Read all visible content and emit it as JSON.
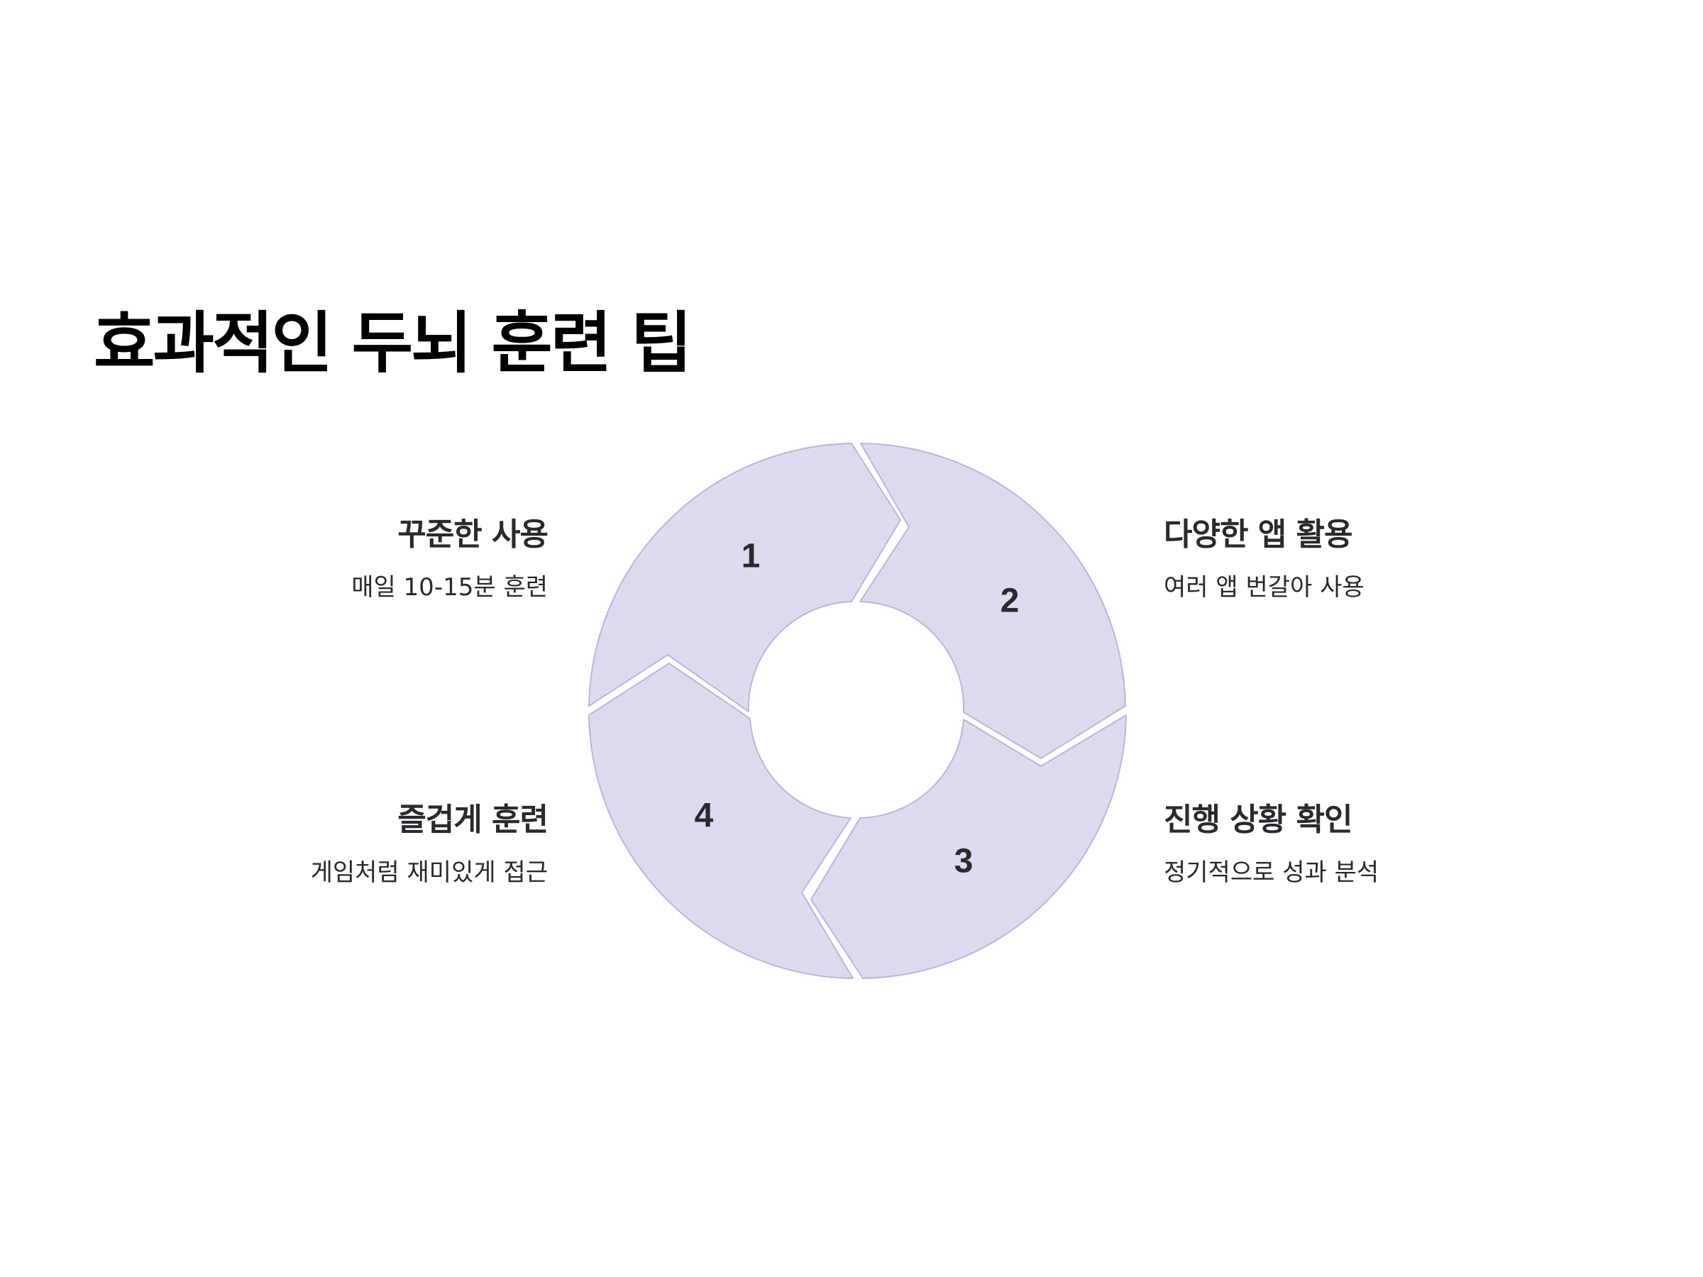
{
  "title": "효과적인 두뇌 훈련 팁",
  "diagram": {
    "type": "cycle",
    "fill_color": "#dcdbf0",
    "stroke_color": "#b9b8d9",
    "segments": [
      {
        "number": "1",
        "title": "꾸준한 사용",
        "description": "매일 10-15분 훈련"
      },
      {
        "number": "2",
        "title": "다양한 앱 활용",
        "description": "여러 앱 번갈아 사용"
      },
      {
        "number": "3",
        "title": "진행 상황 확인",
        "description": "정기적으로 성과 분석"
      },
      {
        "number": "4",
        "title": "즐겁게 훈련",
        "description": "게임처럼 재미있게 접근"
      }
    ]
  }
}
